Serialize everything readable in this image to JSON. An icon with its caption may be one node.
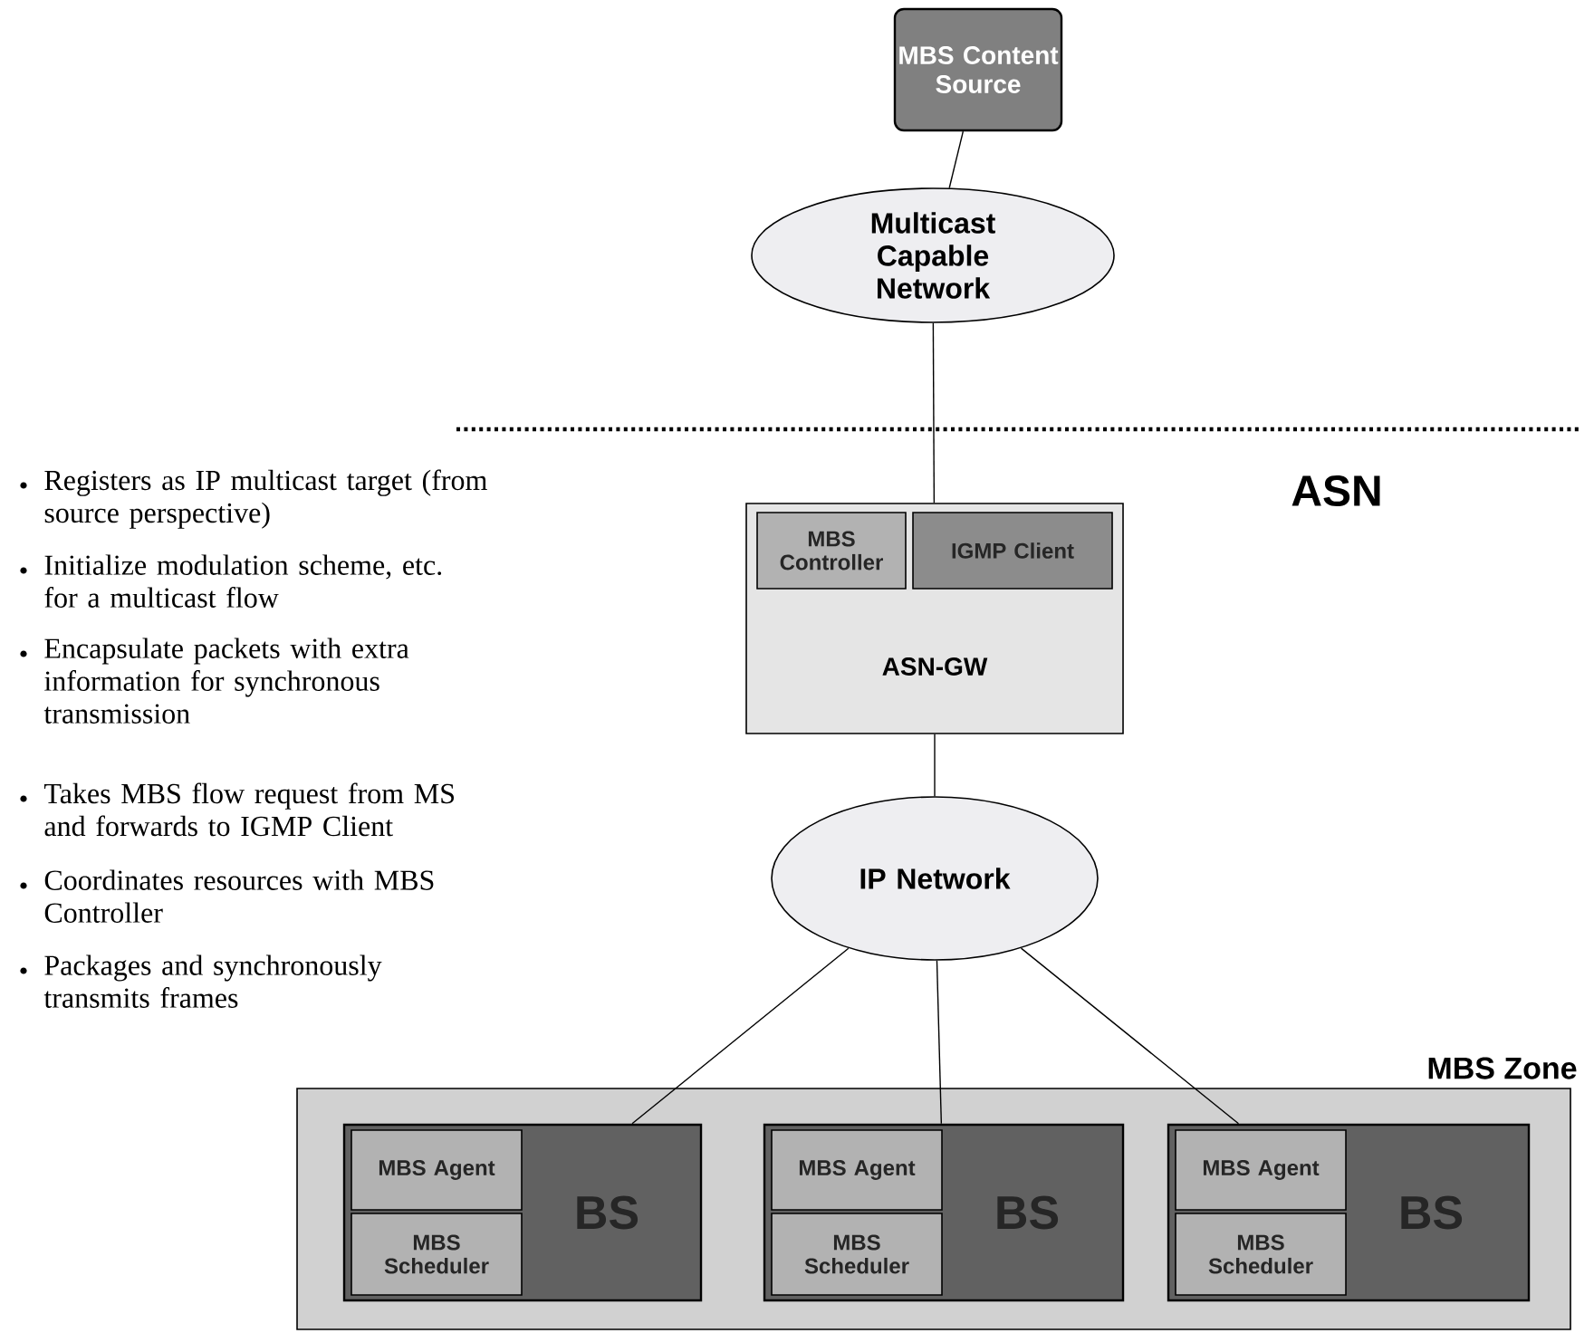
{
  "diagram": {
    "nodes": [
      {
        "text": [
          "MBS Content Source"
        ]
      },
      {
        "text": [
          "Multicast Capable Network"
        ]
      },
      {
        "text": [
          "ASN-GW"
        ]
      },
      {
        "text": [
          "MBS Controller"
        ],
        "in": 2
      },
      {
        "text": [
          "IGMP Client"
        ],
        "in": 2
      },
      {
        "text": [
          "IP Network"
        ]
      },
      {
        "text": [
          "MBS Zone"
        ]
      },
      {
        "text": [
          "BS"
        ],
        "in": 6
      },
      {
        "text": [
          "MBS Agent"
        ],
        "in": 7
      },
      {
        "text": [
          "MBS Scheduler"
        ],
        "in": 7
      },
      {
        "text": [
          "BS"
        ],
        "in": 6
      },
      {
        "text": [
          "MBS Agent"
        ],
        "in": 10
      },
      {
        "text": [
          "MBS Scheduler"
        ],
        "in": 10
      },
      {
        "text": [
          "BS"
        ],
        "in": 6
      },
      {
        "text": [
          "MBS Agent"
        ],
        "in": 13
      },
      {
        "text": [
          "MBS Scheduler"
        ],
        "in": 13
      }
    ],
    "edges": [
      {
        "from": 0,
        "to": 1,
        "arrow": "none"
      },
      {
        "from": 1,
        "to": 2,
        "arrow": "none"
      },
      {
        "from": 2,
        "to": 5,
        "arrow": "none"
      },
      {
        "from": 5,
        "to": 7,
        "arrow": "none"
      },
      {
        "from": 5,
        "to": 10,
        "arrow": "none"
      },
      {
        "from": 5,
        "to": 13,
        "arrow": "none"
      }
    ],
    "labels": [
      "Registers as IP multicast target (from source perspective)",
      "Initialize modulation scheme, etc. for a multicast flow",
      "Encapsulate packets with extra information for synchronous transmission",
      "Takes MBS flow request from MS and forwards to IGMP Client",
      "Coordinates resources with MBS Controller",
      "Packages and synchronously transmits frames",
      "ASN"
    ]
  }
}
